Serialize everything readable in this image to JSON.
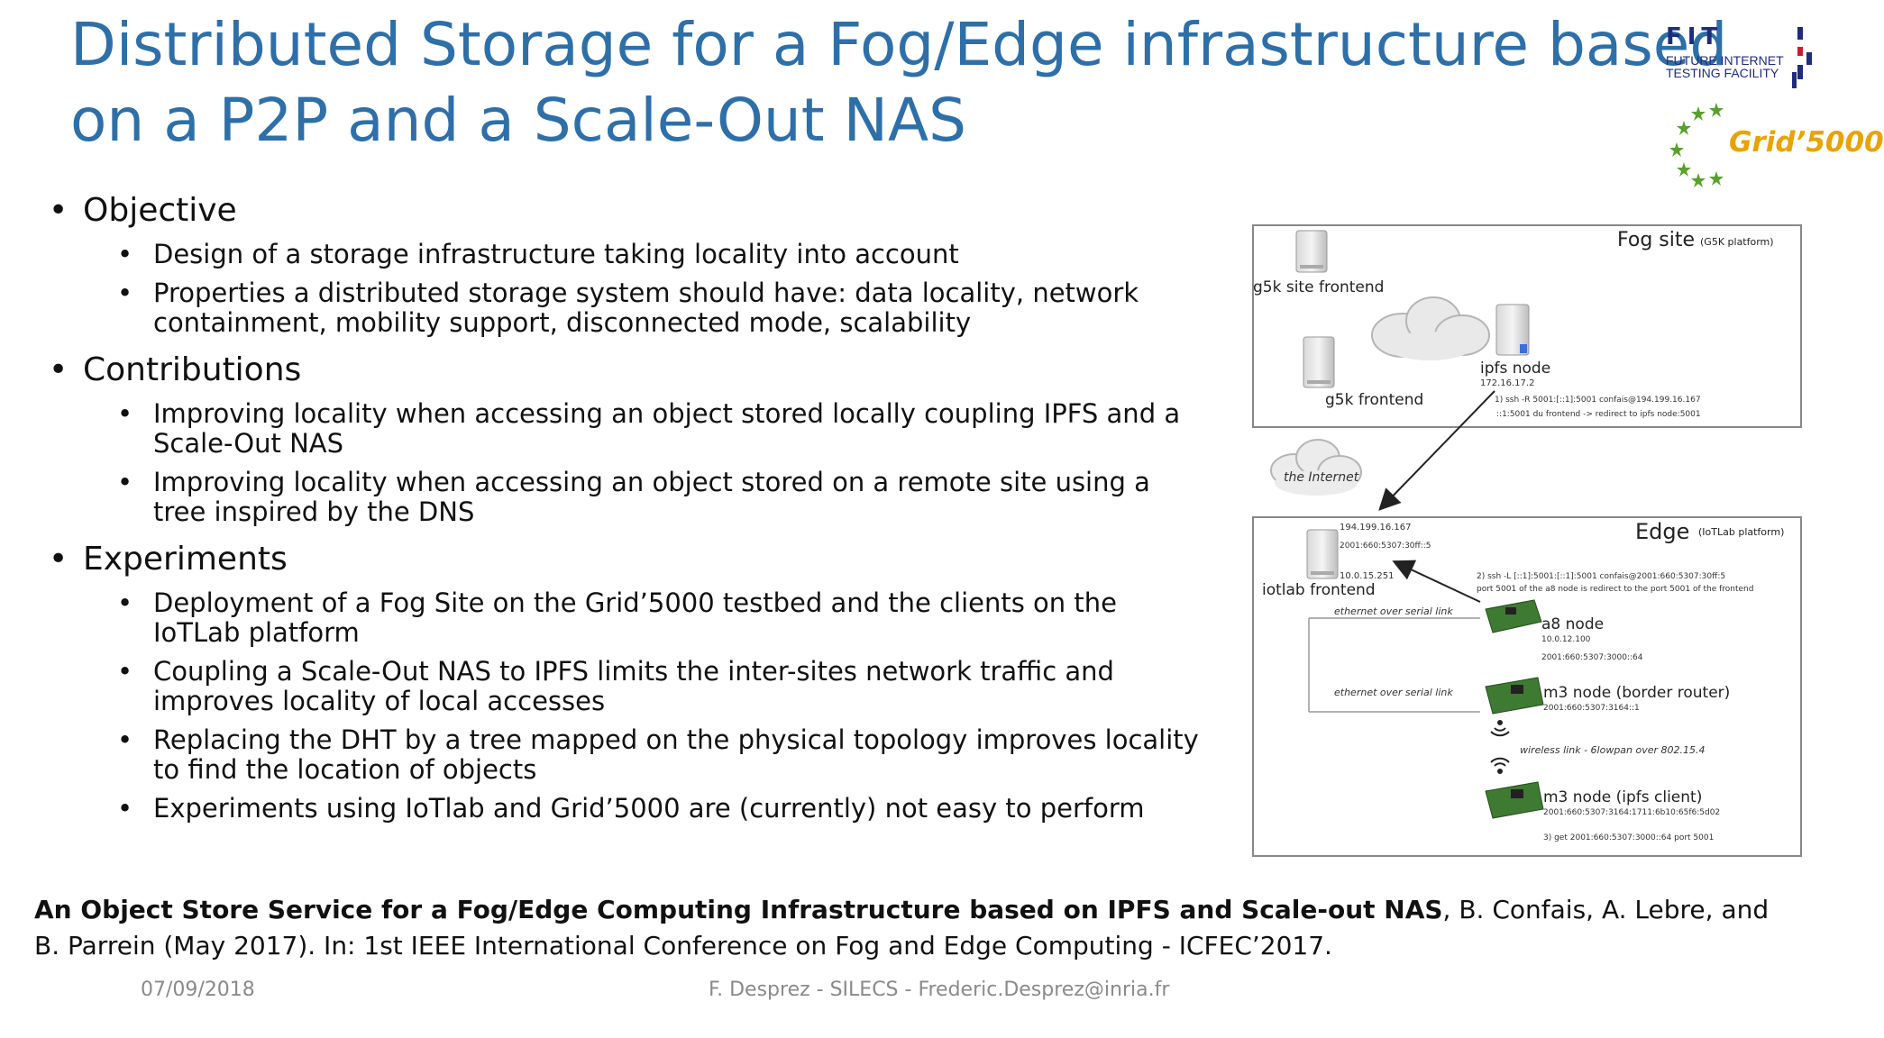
{
  "slide": {
    "title_line1": "Distributed Storage for a Fog/Edge infrastructure based",
    "title_line2": "on a P2P and a Scale-Out NAS",
    "sections": [
      {
        "heading": "Objective",
        "items": [
          "Design of a storage infrastructure taking locality into account",
          "Properties a distributed storage system should have: data locality, network containment, mobility support, disconnected mode, scalability"
        ]
      },
      {
        "heading": "Contributions",
        "items": [
          "Improving locality when accessing an object stored locally coupling IPFS and a Scale-Out NAS",
          "Improving locality when accessing an object stored on a remote site using a tree inspired by the DNS"
        ]
      },
      {
        "heading": "Experiments",
        "items": [
          "Deployment of a Fog Site on the Grid’5000 testbed and the clients on the IoTLab platform",
          "Coupling a Scale-Out NAS to IPFS limits the inter-sites network traffic and improves locality of local accesses",
          "Replacing the DHT by a tree mapped on the physical topology improves locality to find the location of objects",
          "Experiments using IoTlab and Grid’5000 are (currently) not easy to perform"
        ]
      }
    ],
    "reference_bold": "An Object Store Service for a Fog/Edge Computing Infrastructure based on IPFS and Scale-out NAS",
    "reference_rest": ", B. Confais, A. Lebre, and B. Parrein (May 2017). In: 1st IEEE International Conference on Fog and Edge Computing - ICFEC’2017.",
    "footer_date": "07/09/2018",
    "footer_author": "F. Desprez - SILECS - Frederic.Desprez@inria.fr"
  },
  "logos": {
    "fit_letters": "FIT",
    "fit_sub1": "FUTURE INTERNET",
    "fit_sub2": "TESTING FACILITY",
    "g5k_text": "Grid’5000"
  },
  "diagram": {
    "fog_title": "Fog site",
    "fog_sub": "(G5K platform)",
    "g5k_site_frontend": "g5k site frontend",
    "g5k_frontend": "g5k frontend",
    "ipfs_node": "ipfs node",
    "ipfs_ip": "172.16.17.2",
    "cmd1_line1": "1) ssh -R 5001:[::1]:5001 confais@194.199.16.167",
    "cmd1_line2": "::1:5001 du frontend -> redirect to ipfs node:5001",
    "internet": "the Internet",
    "edge_title": "Edge",
    "edge_sub": "(IoTLab platform)",
    "iotlab_ip1": "194.199.16.167",
    "iotlab_ip2": "2001:660:5307:30ff::5",
    "iotlab_ip3": "10.0.15.251",
    "iotlab_frontend": "iotlab frontend",
    "cmd2_line1": "2) ssh -L [::1]:5001:[::1]:5001 confais@2001:660:5307:30ff:5",
    "cmd2_line2": "port 5001 of the a8 node is redirect to the port 5001 of the frontend",
    "eth_link1": "ethernet over serial link",
    "a8_node": "a8 node",
    "a8_ip1": "10.0.12.100",
    "a8_ip2": "2001:660:5307:3000::64",
    "eth_link2": "ethernet over serial link",
    "m3_border": "m3 node (border router)",
    "m3_border_ip": "2001:660:5307:3164::1",
    "wireless": "wireless link - 6lowpan over 802.15.4",
    "m3_client": "m3 node (ipfs client)",
    "m3_client_ip": "2001:660:5307:3164:1711:6b10:65f6:5d02",
    "cmd3": "3) get 2001:660:5307:3000::64 port 5001"
  }
}
